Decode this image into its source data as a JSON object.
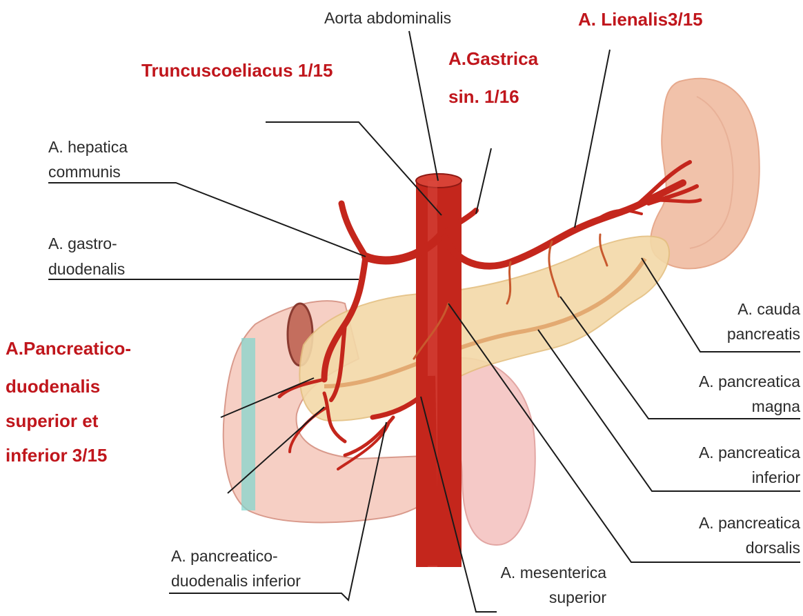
{
  "labels": {
    "aorta": "Aorta abdominalis",
    "hepatica_1": "A. hepatica",
    "hepatica_2": "communis",
    "gastro_1": "A. gastro-",
    "gastro_2": "duodenalis",
    "cauda_1": "A. cauda",
    "cauda_2": "pancreatis",
    "magna_1": "A. pancreatica",
    "magna_2": "magna",
    "inferior_1": "A. pancreatica",
    "inferior_2": "inferior",
    "dorsalis_1": "A. pancreatica",
    "dorsalis_2": "dorsalis",
    "pdi_1": "A. pancreatico-",
    "pdi_2": "duodenalis inferior",
    "mesenterica_1": "A. mesenterica",
    "mesenterica_2": "superior"
  },
  "annotations": {
    "lienalis": "A.  Lienalis3/15",
    "truncus": "Truncuscoeliacus 1/15",
    "gastrica_1": "A.Gastrica",
    "gastrica_2": "sin. 1/16",
    "pd_1": "A.Pancreatico-",
    "pd_2": "duodenalis",
    "pd_3": "superior et",
    "pd_4": "inferior 3/15"
  },
  "colors": {
    "artery": "#c4261c",
    "pancreas": "#f3d9a8",
    "spleen": "#f1c2aa",
    "duodenum": "#f6cfc4",
    "label_text": "#2b2b2b",
    "annotation_red": "#c0161c"
  }
}
